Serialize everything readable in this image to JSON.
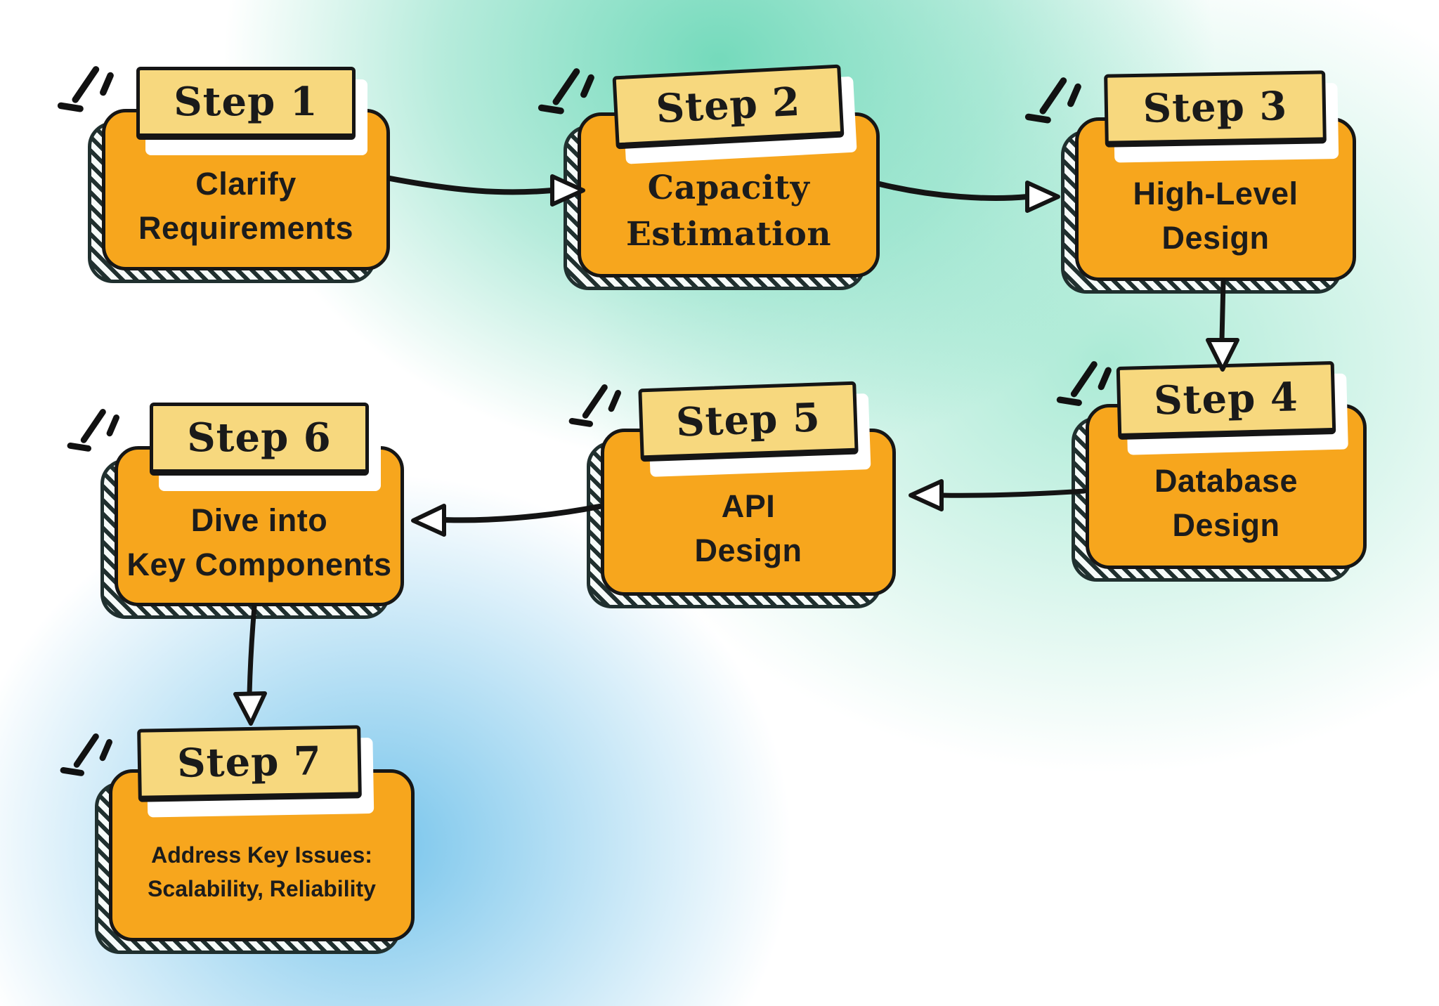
{
  "steps": [
    {
      "label": "Step 1",
      "title": "Clarify\nRequirements"
    },
    {
      "label": "Step 2",
      "title": "Capacity\nEstimation"
    },
    {
      "label": "Step 3",
      "title": "High-Level\nDesign"
    },
    {
      "label": "Step 4",
      "title": "Database\nDesign"
    },
    {
      "label": "Step 5",
      "title": "API\nDesign"
    },
    {
      "label": "Step 6",
      "title": "Dive into\nKey Components"
    },
    {
      "label": "Step 7",
      "title": "Address Key Issues:\nScalability, Reliability"
    }
  ],
  "connections": [
    {
      "from": "Step 1",
      "to": "Step 2"
    },
    {
      "from": "Step 2",
      "to": "Step 3"
    },
    {
      "from": "Step 3",
      "to": "Step 4"
    },
    {
      "from": "Step 4",
      "to": "Step 5"
    },
    {
      "from": "Step 5",
      "to": "Step 6"
    },
    {
      "from": "Step 6",
      "to": "Step 7"
    }
  ],
  "colors": {
    "box_orange": "#F7A61D",
    "badge_yellow": "#F7D87E",
    "outline": "#161616",
    "hatch_dark": "#20302F",
    "background_teal": "#6DD8B8",
    "background_blue": "#68BEE9"
  }
}
